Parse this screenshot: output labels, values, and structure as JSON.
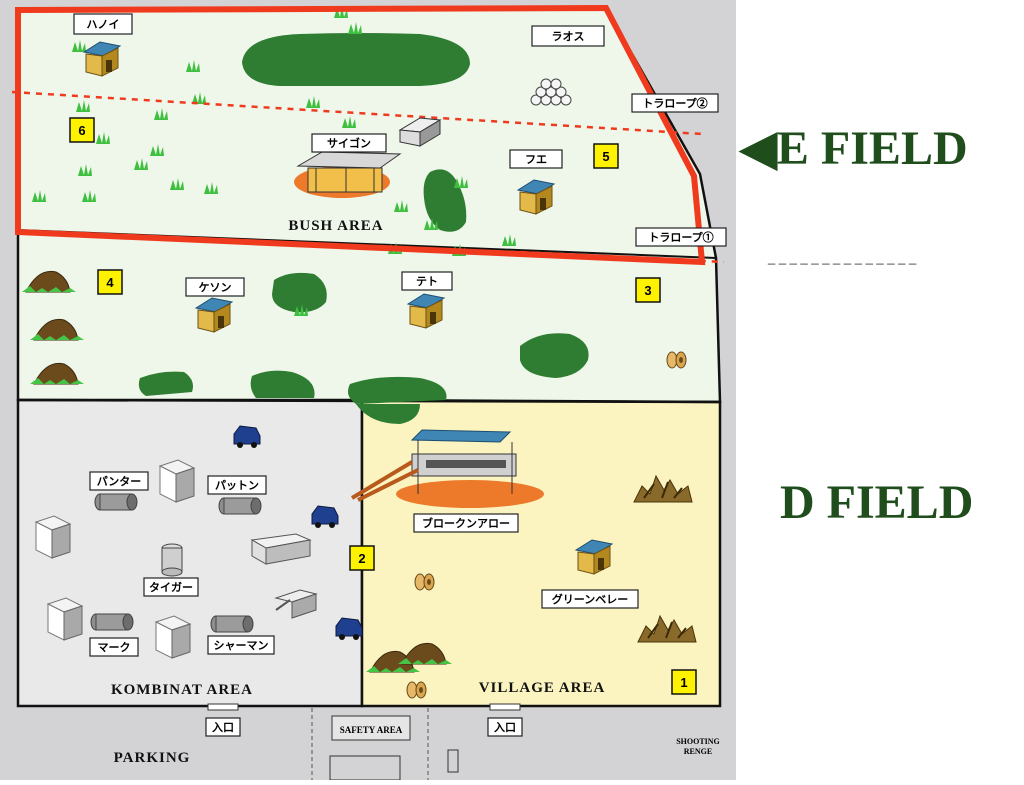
{
  "fields": {
    "e_field": "◀E FIELD",
    "d_field": "D FIELD",
    "divider": "_ _ _ _ _ _ _ _ _ _ _ _ _ _"
  },
  "areas": {
    "bush": "BUSH AREA",
    "kombinat": "KOMBINAT AREA",
    "village": "VILLAGE AREA",
    "parking": "PARKING",
    "safety": "SAFETY AREA",
    "shooting_1": "SHOOTING",
    "shooting_2": "RENGE"
  },
  "labels": {
    "hanoi": "ハノイ",
    "laos": "ラオス",
    "saigon": "サイゴン",
    "hue": "フエ",
    "quezon": "ケソン",
    "tet": "テト",
    "panther": "パンター",
    "patton": "パットン",
    "tiger": "タイガー",
    "mark": "マーク",
    "sherman": "シャーマン",
    "broken_arrow": "ブロークンアロー",
    "green_beret": "グリーンベレー",
    "trap2": "トラロープ②",
    "trap1": "トラロープ①",
    "entrance_left": "入口",
    "entrance_right": "入口"
  },
  "spawn_points": [
    "1",
    "2",
    "3",
    "4",
    "5",
    "6"
  ],
  "colors": {
    "field_green": "#eef7ea",
    "kombinat_gray": "#e9e9ea",
    "village_yellow": "#fbf4c0",
    "bush": "#2e7d32",
    "boundary_red": "#f03a1e",
    "title_green": "#1f4d1c",
    "marker_yellow": "#fff200"
  }
}
